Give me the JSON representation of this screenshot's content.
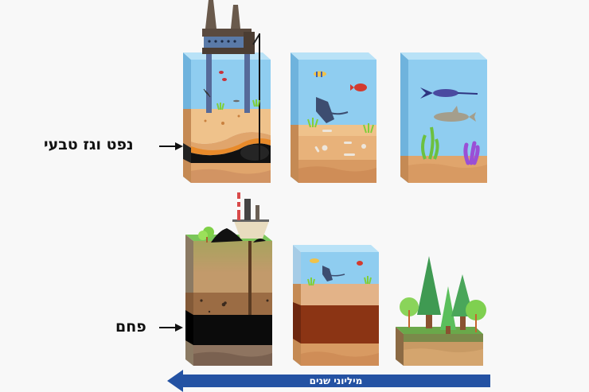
{
  "labels": {
    "oil_gas": "נפט וגז טבעי",
    "coal": "פחם"
  },
  "timeline": {
    "text": "מיליוני שנים",
    "direction": "right-to-left",
    "color": "#2452a3"
  },
  "rows": [
    {
      "name": "oil-and-gas-formation",
      "panels": [
        {
          "stage": 1,
          "description": "ocean with swordfish, shark, seaweed, coral on sandy seabed"
        },
        {
          "stage": 2,
          "description": "ocean with stingray and fish; skeletons buried in sediment layers"
        },
        {
          "stage": 3,
          "description": "offshore oil rig drilling into oil and gas layer"
        }
      ]
    },
    {
      "name": "coal-formation",
      "panels": [
        {
          "stage": 1,
          "description": "forest with pine and deciduous trees on soil"
        },
        {
          "stage": 2,
          "description": "ocean covering compressed dark red organic layer"
        },
        {
          "stage": 3,
          "description": "coal mine with factory chimneys over black coal layer"
        }
      ]
    }
  ],
  "colors": {
    "background": "#f8f8f8",
    "water": "#8fcdf0",
    "water_side": "#6fb3dd",
    "sand": "#e8b27a",
    "dark_sand": "#cf9460",
    "oil": "#111111",
    "oil_band": "#e88a2a",
    "coal": "#0b0b0b",
    "red_layer": "#8b3414",
    "grass": "#7bc65a"
  }
}
